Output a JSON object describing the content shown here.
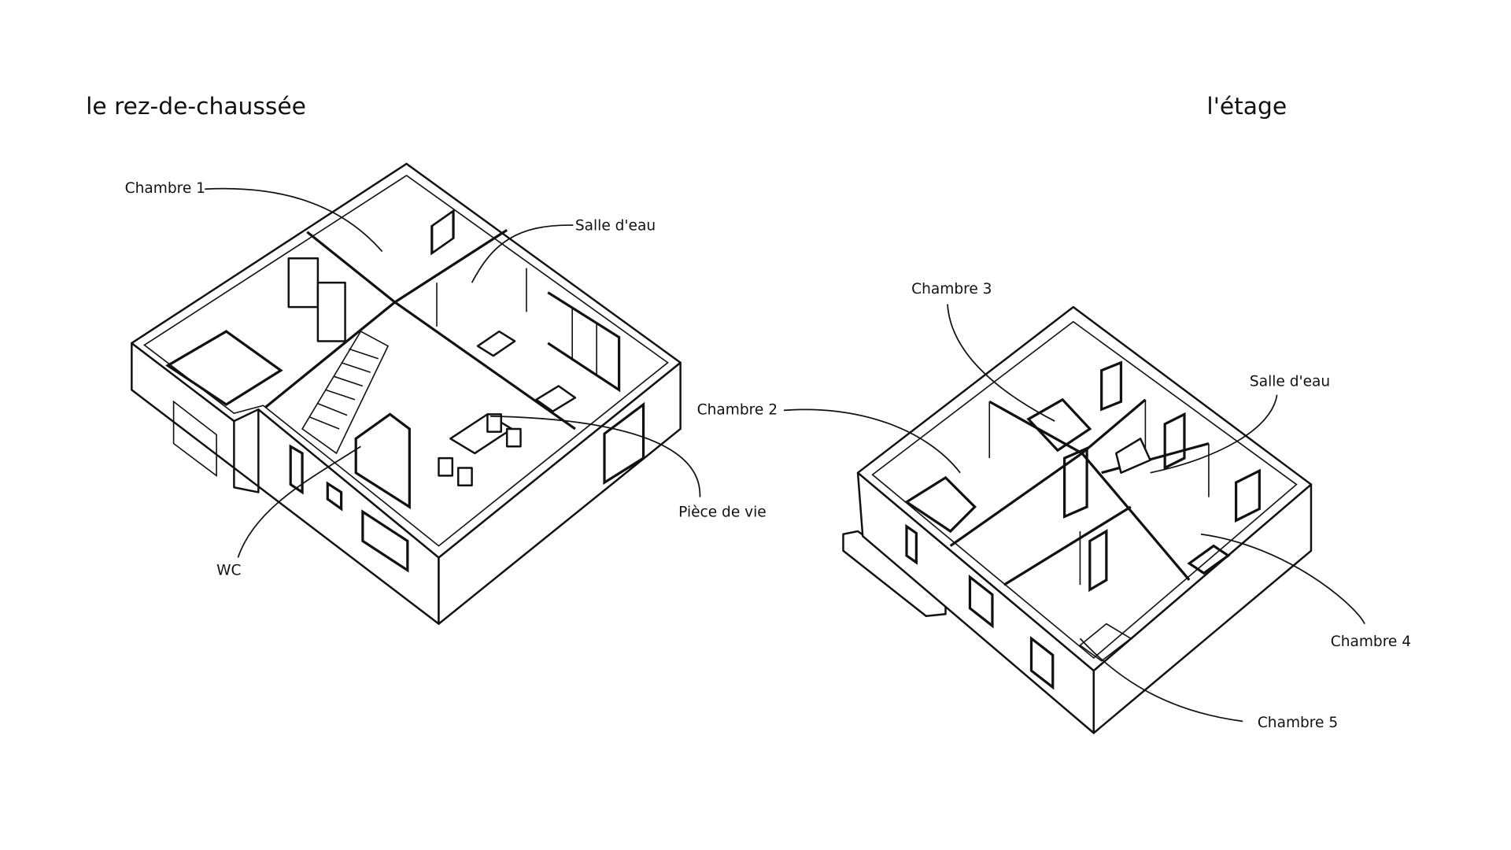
{
  "floors": [
    {
      "title": "le rez-de-chaussée",
      "rooms": [
        "Chambre 1",
        "Salle d'eau",
        "Pièce de vie",
        "WC"
      ]
    },
    {
      "title": "l'étage",
      "rooms": [
        "Chambre 3",
        "Chambre 2",
        "Salle d'eau",
        "Chambre 4",
        "Chambre 5"
      ]
    }
  ],
  "colors": {
    "ink": "#111111",
    "background": "#ffffff"
  }
}
